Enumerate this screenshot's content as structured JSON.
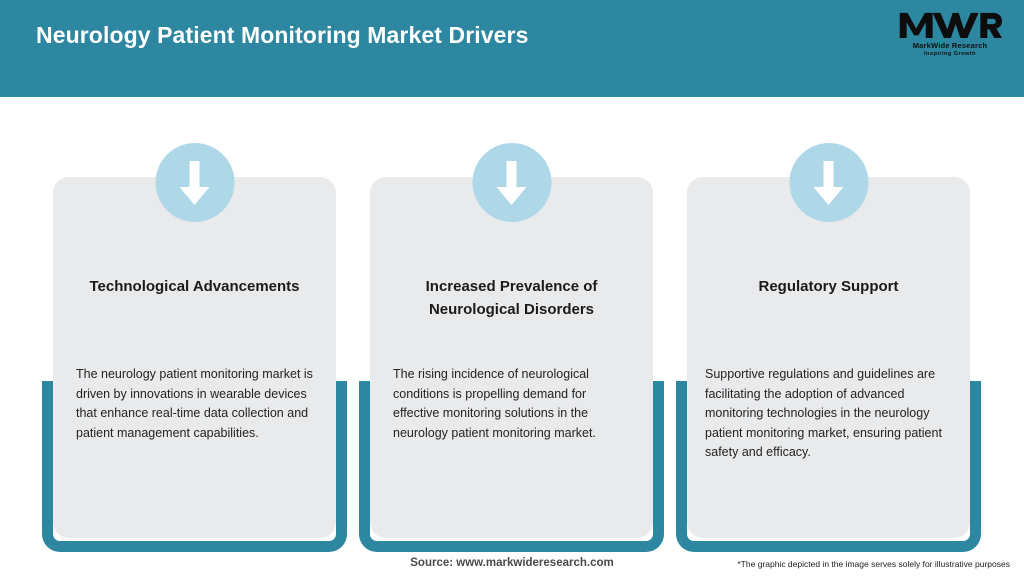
{
  "header": {
    "title": "Neurology Patient Monitoring Market Drivers",
    "background_color": "#2d87a0",
    "title_color": "#ffffff"
  },
  "logo": {
    "mark_text": "MWR",
    "company_name": "MarkWide Research",
    "tagline": "Inspiring Growth",
    "icon": "mwr-logo-icon"
  },
  "theme": {
    "accent_color": "#2d87a0",
    "card_background": "#e8eaec",
    "icon_circle_color": "#aed8e8",
    "arrow_color": "#ffffff"
  },
  "drivers": [
    {
      "icon": "arrow-down-icon",
      "title": "Technological Advancements",
      "body": "The neurology patient monitoring market is driven by innovations in wearable devices that enhance real-time data collection and patient management capabilities."
    },
    {
      "icon": "arrow-down-icon",
      "title": "Increased Prevalence of Neurological Disorders",
      "body": "The rising incidence of neurological conditions is propelling demand for effective monitoring solutions in the neurology patient monitoring market."
    },
    {
      "icon": "arrow-down-icon",
      "title": "Regulatory Support",
      "body": "Supportive regulations and guidelines are facilitating the adoption of advanced monitoring technologies in the neurology patient monitoring market, ensuring patient safety and efficacy."
    }
  ],
  "footer": {
    "source": "Source: www.markwideresearch.com",
    "disclaimer": "*The graphic depicted in the image serves solely for illustrative purposes"
  }
}
